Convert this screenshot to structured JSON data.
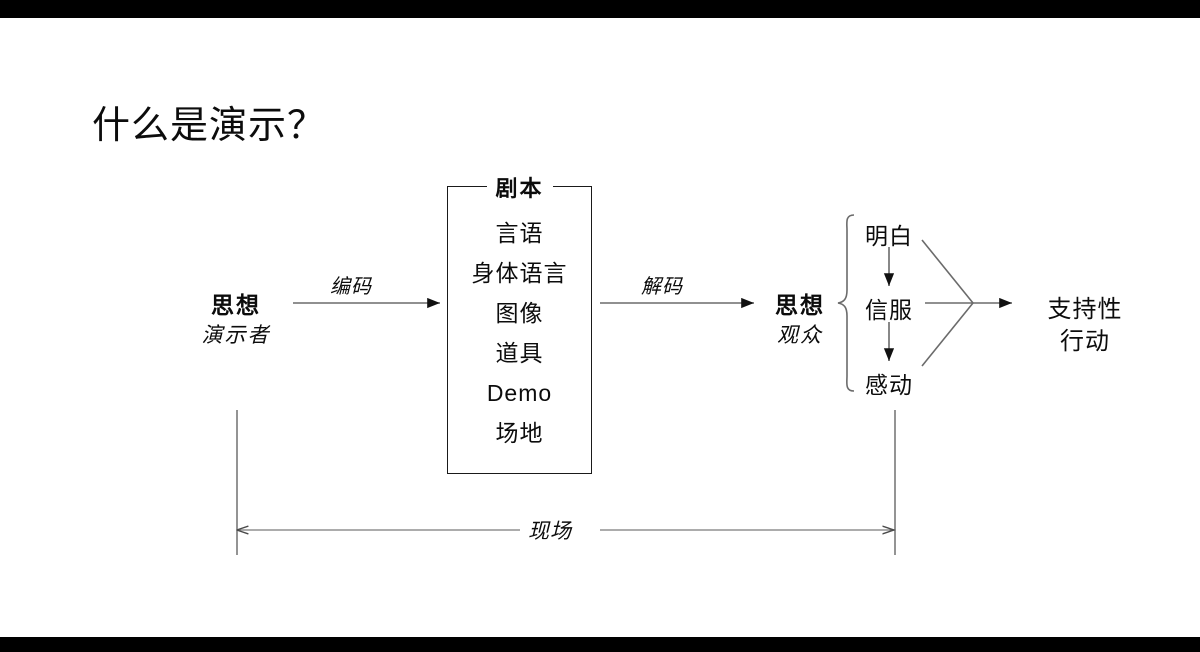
{
  "slide": {
    "title": "什么是演示？",
    "background": "#ffffff",
    "letterbox_color": "#000000",
    "text_color": "#0c0c0c",
    "line_color": "#595959"
  },
  "presenter": {
    "main": "思想",
    "sub": "演示者"
  },
  "audience": {
    "main": "思想",
    "sub": "观众"
  },
  "arrows": {
    "encode_label": "编码",
    "decode_label": "解码"
  },
  "script_box": {
    "legend": "剧本",
    "items": [
      "言语",
      "身体语言",
      "图像",
      "道具",
      "Demo",
      "场地"
    ]
  },
  "outcomes": {
    "items": [
      "明白",
      "信服",
      "感动"
    ]
  },
  "final": {
    "line1": "支持性",
    "line2": "行动"
  },
  "venue": {
    "label": "现场"
  }
}
